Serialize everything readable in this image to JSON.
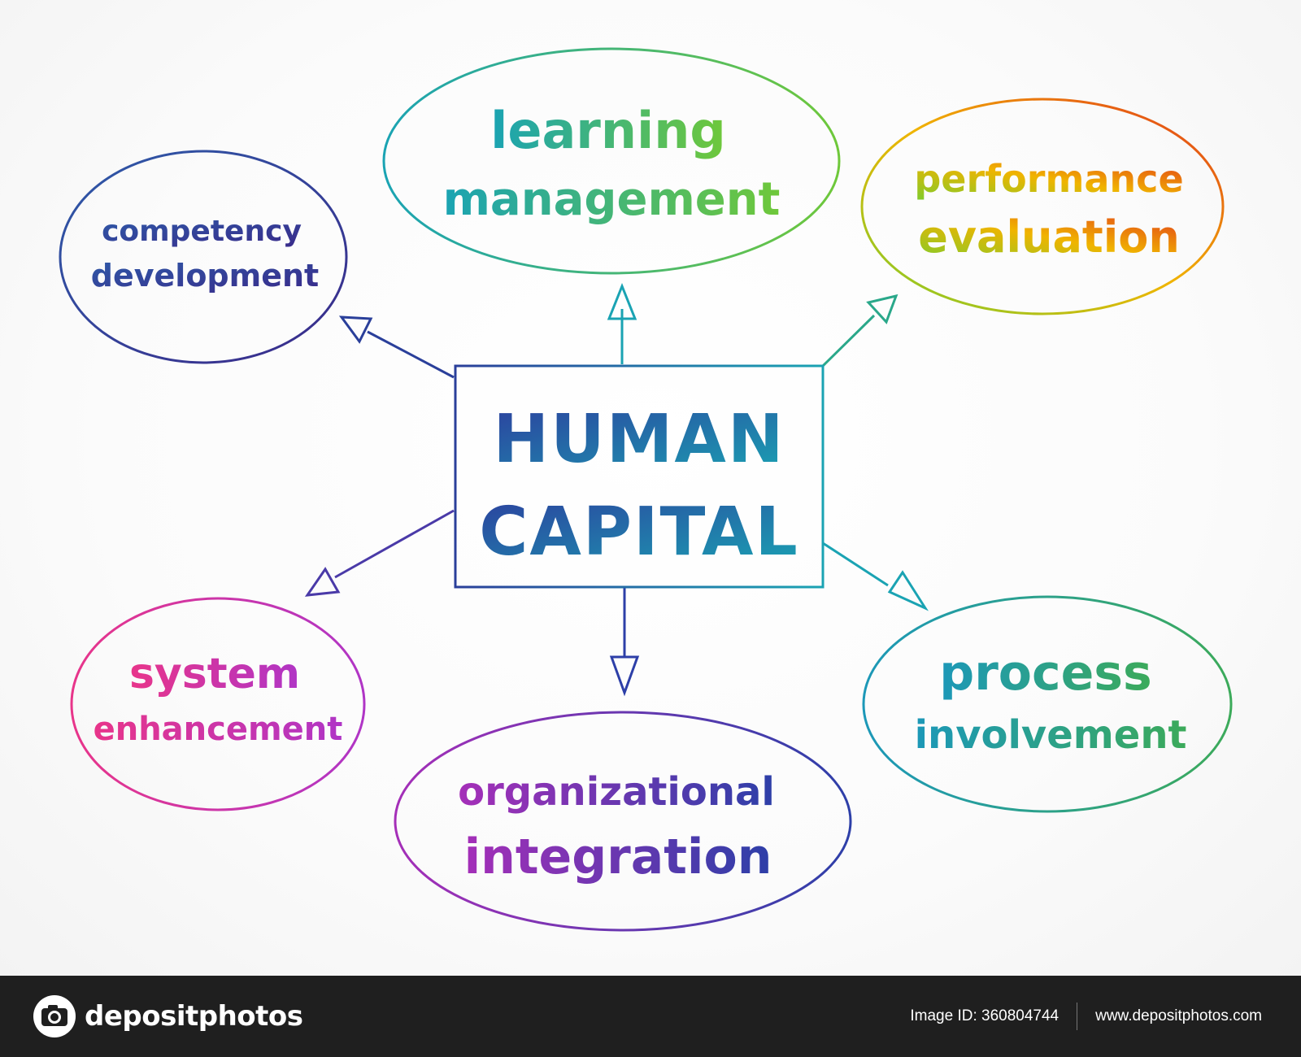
{
  "center": {
    "lines": [
      "HUMAN",
      "CAPITAL"
    ]
  },
  "nodes": [
    {
      "id": "learning-management",
      "lines": [
        "learning",
        "management"
      ],
      "color_start": "#1aa3b3",
      "color_end": "#5fc64a"
    },
    {
      "id": "performance-evaluation",
      "lines": [
        "performance",
        "evaluation"
      ],
      "color_start": "#e23a1c",
      "color_end": "#8ccf2c"
    },
    {
      "id": "competency-development",
      "lines": [
        "competency",
        "development"
      ],
      "color_start": "#2a3f9a",
      "color_end": "#3c2f8a"
    },
    {
      "id": "system-enhancement",
      "lines": [
        "system",
        "enhancement"
      ],
      "color_start": "#e3338a",
      "color_end": "#b034c4"
    },
    {
      "id": "organizational-integration",
      "lines": [
        "organizational",
        "integration"
      ],
      "color_start": "#8a2fb8",
      "color_end": "#2d3fa8"
    },
    {
      "id": "process-involvement",
      "lines": [
        "process",
        "involvement"
      ],
      "color_start": "#1c9ab8",
      "color_end": "#3cb06a"
    }
  ],
  "colors": {
    "center_text_top": "#2c4fa8",
    "center_text_bottom": "#1aa3b3",
    "center_border_left": "#2a3f9a",
    "center_border_right": "#1aa3b3",
    "footer_bg": "#1f1f1f"
  },
  "footer": {
    "brand": "depositphotos",
    "image_id": "Image ID: 360804744",
    "url": "www.depositphotos.com",
    "logo_icon": "camera-icon"
  }
}
